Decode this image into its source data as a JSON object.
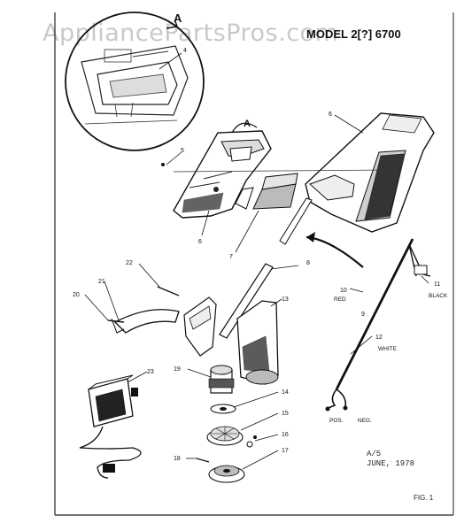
{
  "watermark": "AppliancePartsPros.com",
  "model_title": "MODEL 2[?] 6700",
  "detail_view_label": "A",
  "fig_label": "FIG. 1",
  "revision_note": "A/5\nJUNE, 1978",
  "callouts": [
    {
      "id": "4",
      "text": "4"
    },
    {
      "id": "5",
      "text": "5"
    },
    {
      "id": "6a",
      "text": "6"
    },
    {
      "id": "6b",
      "text": "6"
    },
    {
      "id": "7",
      "text": "7"
    },
    {
      "id": "8",
      "text": "8"
    },
    {
      "id": "9",
      "text": "9"
    },
    {
      "id": "10",
      "text": "10"
    },
    {
      "id": "11",
      "text": "11"
    },
    {
      "id": "12",
      "text": "12"
    },
    {
      "id": "13",
      "text": "13"
    },
    {
      "id": "14",
      "text": "14"
    },
    {
      "id": "15",
      "text": "15"
    },
    {
      "id": "16",
      "text": "16"
    },
    {
      "id": "17",
      "text": "17"
    },
    {
      "id": "18",
      "text": "18"
    },
    {
      "id": "19",
      "text": "19"
    },
    {
      "id": "20",
      "text": "20"
    },
    {
      "id": "21",
      "text": "21"
    },
    {
      "id": "22",
      "text": "22"
    },
    {
      "id": "23",
      "text": "23"
    }
  ],
  "wire_labels": {
    "red": "RED",
    "white": "WHITE",
    "black": "BLACK",
    "pos": "POS.",
    "neg": "NEG."
  }
}
